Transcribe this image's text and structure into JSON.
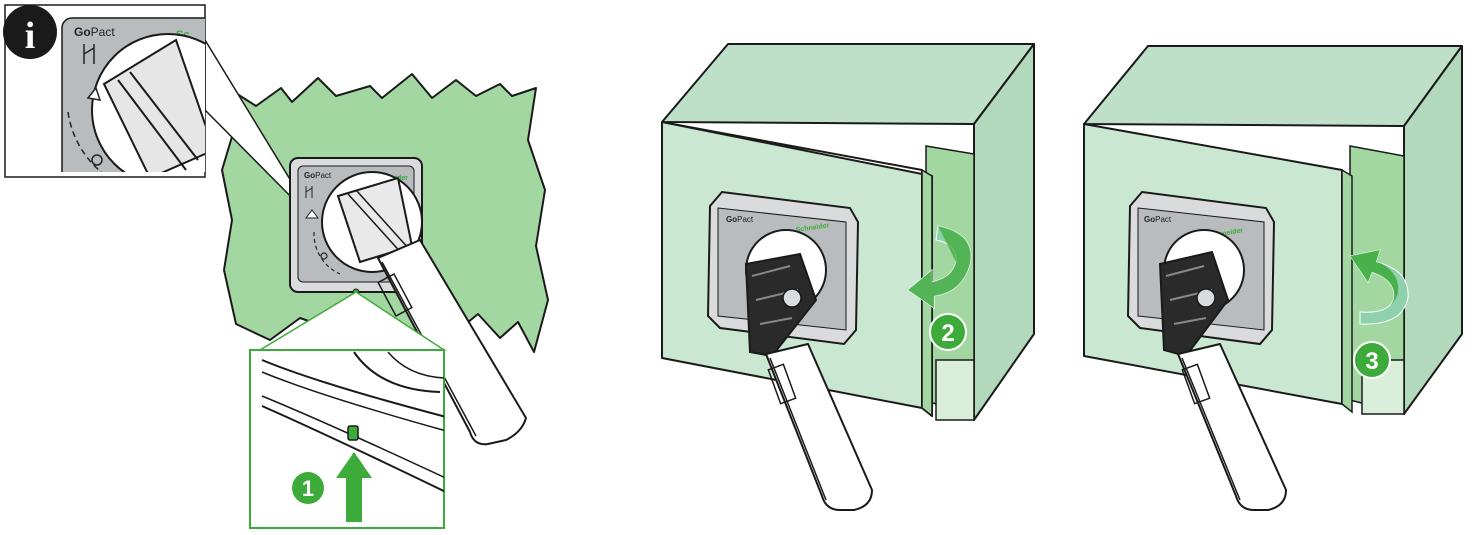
{
  "info_icon": {
    "glyph": "i",
    "color": "#1a1a1a"
  },
  "panel_1": {
    "inset_top": {
      "brand_go": "Go",
      "brand_pact": "Pact",
      "brand_right": "Sc"
    },
    "device": {
      "brand_go": "Go",
      "brand_pact": "Pact",
      "logo": "Schneider"
    },
    "step": {
      "number": "1"
    }
  },
  "panel_2": {
    "device": {
      "brand_go": "Go",
      "brand_pact": "Pact",
      "logo": "Schneider"
    },
    "step": {
      "number": "2"
    }
  },
  "panel_3": {
    "device": {
      "brand_go": "Go",
      "brand_pact": "Pact",
      "logo": "Schneider"
    },
    "step": {
      "number": "3"
    }
  },
  "colors": {
    "wall_green": "#a3d7a1",
    "box_front": "#c5e3cd",
    "box_side": "#b7dcc1",
    "door_green": "#d2ecd9",
    "accent_green": "#3dab3a",
    "arrow_light": "#8fd0ad",
    "outline": "#1a1a1a",
    "plate_grey": "#b9bcbe"
  }
}
